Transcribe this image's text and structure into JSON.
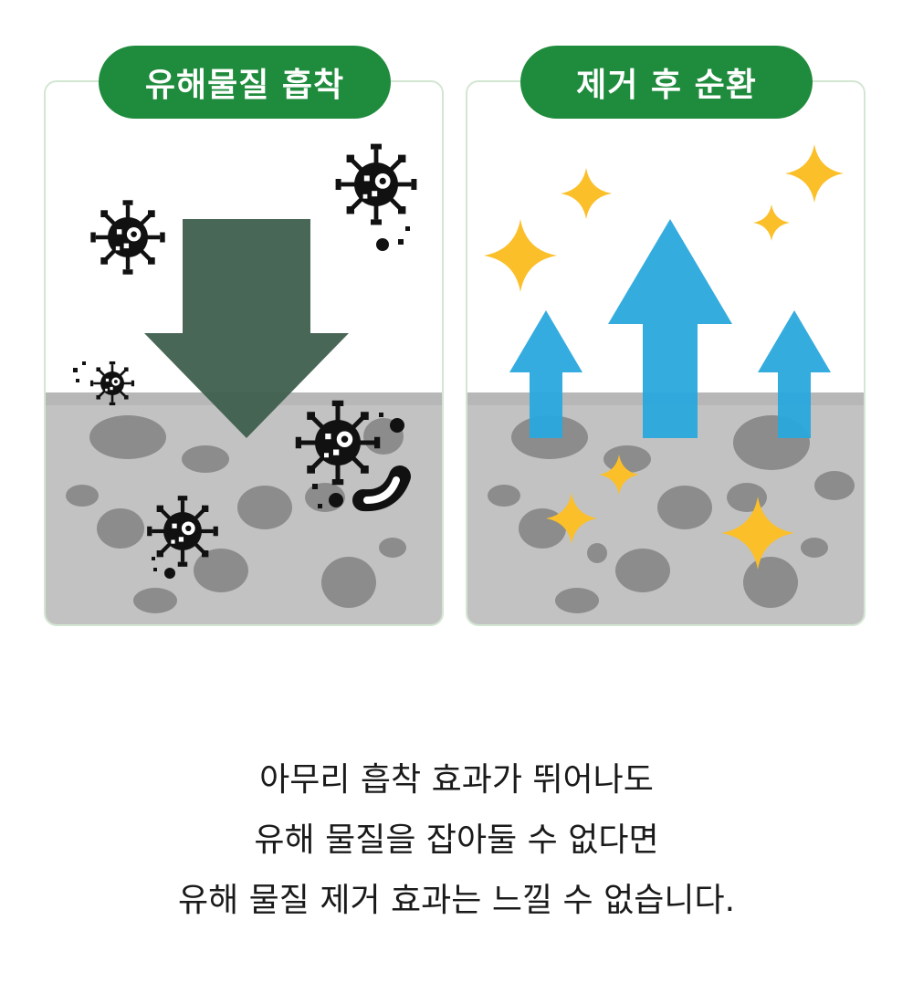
{
  "panels": {
    "left": {
      "title": "유해물질 흡착"
    },
    "right": {
      "title": "제거 후 순환"
    }
  },
  "caption": {
    "line1": "아무리 흡착 효과가 뛰어나도",
    "line2": "유해 물질을 잡아둘 수 없다면",
    "line3": "유해 물질 제거 효과는 느낄 수 없습니다."
  },
  "colors": {
    "badge_green": "#1f8b3c",
    "panel_border": "#d3e6d3",
    "surface_gray": "#c2c2c2",
    "pore_gray": "#8c8c8c",
    "down_arrow": "#3f5f4e",
    "up_arrow": "#2aa8dd",
    "sparkle": "#fbbf2a",
    "germ": "#111111"
  },
  "icons": [
    "germ-icon",
    "bacteria-icon",
    "sparkle-icon",
    "down-arrow-icon",
    "up-arrow-icon"
  ]
}
